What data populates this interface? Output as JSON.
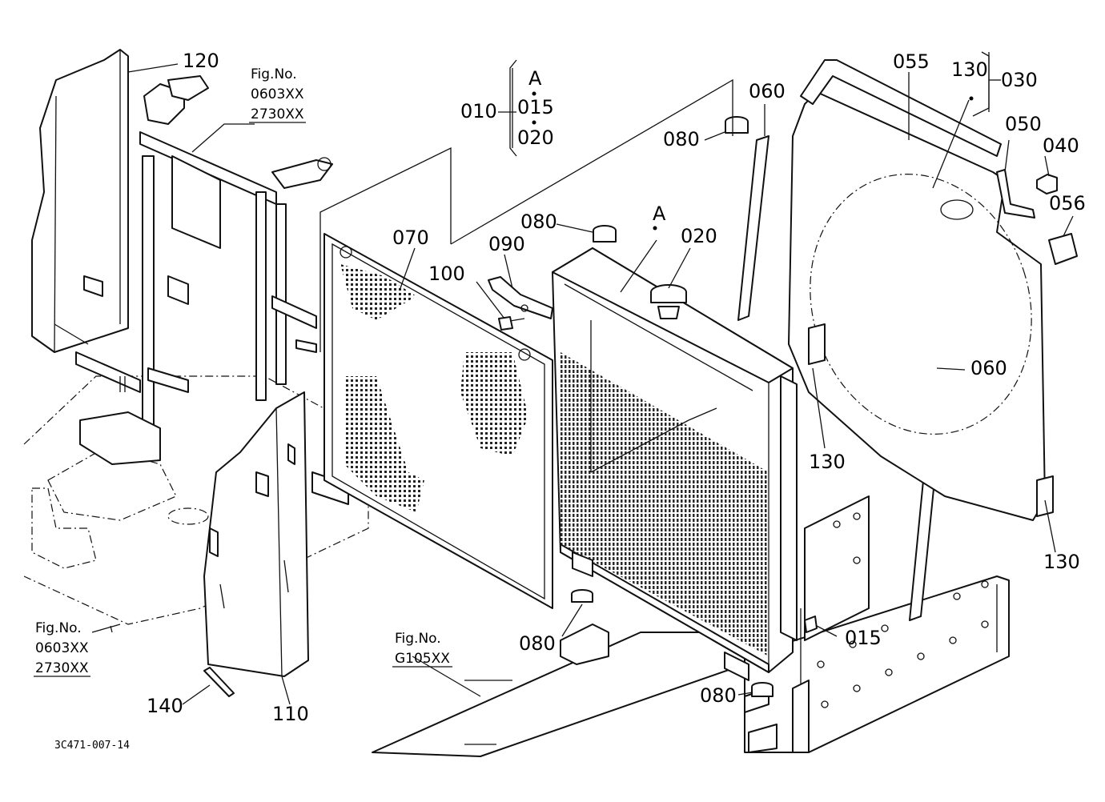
{
  "drawing_id": "3C471-007-14",
  "group_letter": "A",
  "group_010": {
    "label": "010",
    "members": [
      "A",
      "015",
      "020"
    ]
  },
  "callouts": {
    "c120": "120",
    "c070": "070",
    "c100": "100",
    "c090": "090",
    "c080_top": "080",
    "c080_tank": "080",
    "c020": "020",
    "cA": "A",
    "c060_left": "060",
    "c055": "055",
    "c130_top": "130",
    "c030": "030",
    "c050": "050",
    "c040": "040",
    "c056": "056",
    "c060_right": "060",
    "c130_mid": "130",
    "c130_right": "130",
    "c015": "015",
    "c080_bottom": "080",
    "c080_lower": "080",
    "c110": "110",
    "c140": "140"
  },
  "fig_refs": {
    "top": {
      "label": "Fig.No.",
      "no1": "0603XX",
      "no2": "2730XX"
    },
    "left": {
      "label": "Fig.No.",
      "no1": "0603XX",
      "no2": "2730XX"
    },
    "bottom": {
      "label": "Fig.No.",
      "no1": "G105XX"
    }
  }
}
